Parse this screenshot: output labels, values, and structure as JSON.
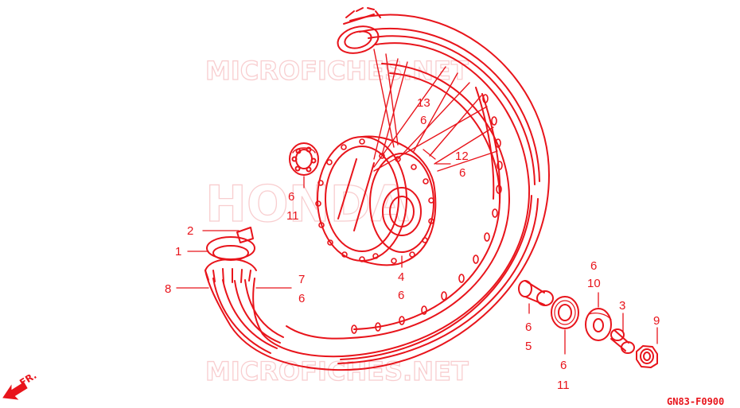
{
  "diagram": {
    "code": "GN83-F0900",
    "direction_label": "FR.",
    "watermarks": [
      "MICROFICHES.NET",
      "HONDA",
      "MICROFICHES.NET"
    ],
    "color": "#e8141b",
    "callouts": [
      {
        "id": "c13",
        "text": "13"
      },
      {
        "id": "c6a",
        "text": "6"
      },
      {
        "id": "c12",
        "text": "12"
      },
      {
        "id": "c6b",
        "text": "6"
      },
      {
        "id": "c6c",
        "text": "6"
      },
      {
        "id": "c11a",
        "text": "11"
      },
      {
        "id": "c2",
        "text": "2"
      },
      {
        "id": "c1",
        "text": "1"
      },
      {
        "id": "c8",
        "text": "8"
      },
      {
        "id": "c7",
        "text": "7"
      },
      {
        "id": "c6d",
        "text": "6"
      },
      {
        "id": "c4",
        "text": "4"
      },
      {
        "id": "c6e",
        "text": "6"
      },
      {
        "id": "c6f",
        "text": "6"
      },
      {
        "id": "c10",
        "text": "10"
      },
      {
        "id": "c3",
        "text": "3"
      },
      {
        "id": "c9",
        "text": "9"
      },
      {
        "id": "c6g",
        "text": "6"
      },
      {
        "id": "c5",
        "text": "5"
      },
      {
        "id": "c6h",
        "text": "6"
      },
      {
        "id": "c11b",
        "text": "11"
      }
    ]
  }
}
